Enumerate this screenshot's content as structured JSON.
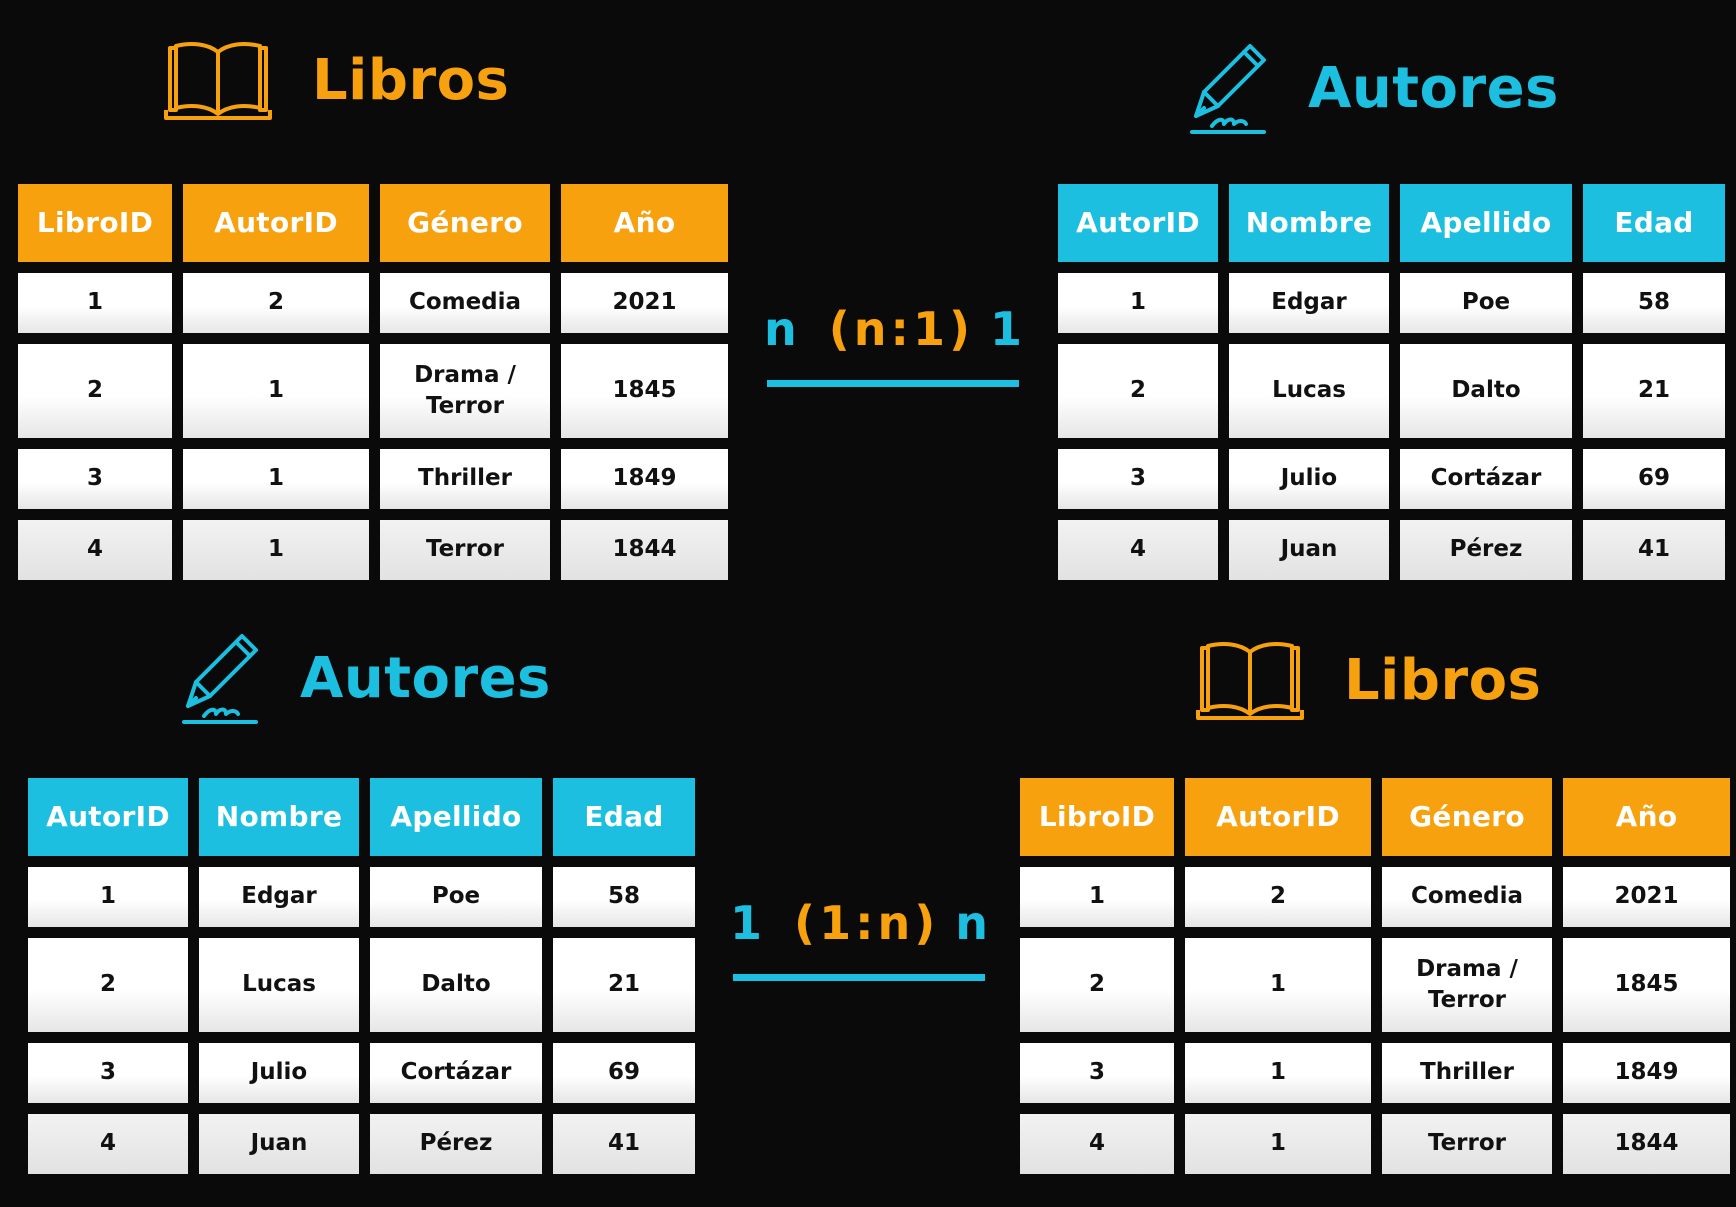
{
  "colors": {
    "orange": "#f7a10e",
    "blue": "#1cbfe0",
    "background": "#0a0a0a"
  },
  "top": {
    "left_title": "Libros",
    "right_title": "Autores",
    "relation": {
      "left": "n",
      "middle": "(n:1)",
      "right": "1"
    }
  },
  "bottom": {
    "left_title": "Autores",
    "right_title": "Libros",
    "relation": {
      "left": "1",
      "middle": "(1:n)",
      "right": "n"
    }
  },
  "libros_table": {
    "headers": [
      "LibroID",
      "AutorID",
      "Género",
      "Año"
    ],
    "rows": [
      [
        "1",
        "2",
        "Comedia",
        "2021"
      ],
      [
        "2",
        "1",
        "Drama /\nTerror",
        "1845"
      ],
      [
        "3",
        "1",
        "Thriller",
        "1849"
      ],
      [
        "4",
        "1",
        "Terror",
        "1844"
      ]
    ]
  },
  "autores_table": {
    "headers": [
      "AutorID",
      "Nombre",
      "Apellido",
      "Edad"
    ],
    "rows": [
      [
        "1",
        "Edgar",
        "Poe",
        "58"
      ],
      [
        "2",
        "Lucas",
        "Dalto",
        "21"
      ],
      [
        "3",
        "Julio",
        "Cortázar",
        "69"
      ],
      [
        "4",
        "Juan",
        "Pérez",
        "41"
      ]
    ]
  },
  "icons": {
    "libros": "open-book-icon",
    "autores": "pen-signature-icon"
  }
}
